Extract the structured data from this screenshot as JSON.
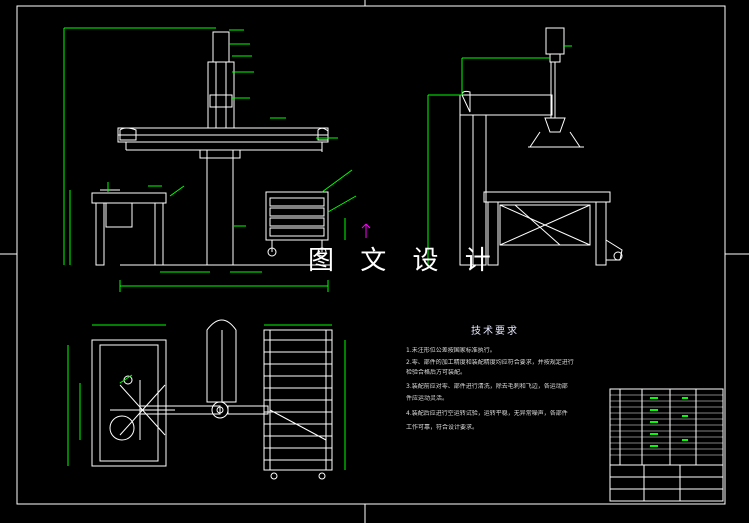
{
  "watermark": "图 文 设 计",
  "technical_requirements": {
    "title": "技术要求",
    "lines": [
      "1.未注形位公差按国家标准执行。",
      "2.零、部件的加工精度和装配精度均应符合要求，并按规定进行",
      "  检验合格后方可装配。",
      "3.装配前应对零、部件进行清洗，除去毛刺和飞边，各运动部",
      "  件应运动灵活。",
      "4.装配后应进行空运转试验，运转平稳，无异常噪声，各部件",
      "  工作可靠，符合设计要求。"
    ]
  },
  "colors": {
    "background": "#000000",
    "lines": "#ffffff",
    "dimensions": "#00ff00",
    "marker": "#ff00ff"
  }
}
